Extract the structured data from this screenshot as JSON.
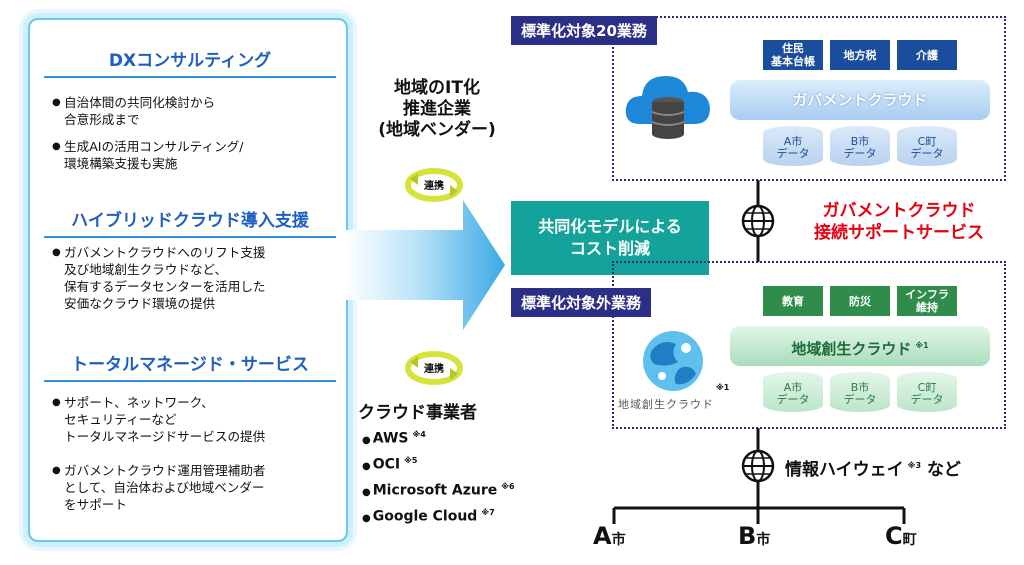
{
  "left": {
    "sections": [
      {
        "title": "DXコンサルティング",
        "bullets": [
          "自治体間の共同化検討から\n合意形成まで",
          "生成AIの活用コンサルティング/\n環境構築支援も実施"
        ]
      },
      {
        "title": "ハイブリッドクラウド導入支援",
        "bullets": [
          "ガバメントクラウドへのリフト支援\n及び地域創生クラウドなど、\n保有するデータセンターを活用した\n安価なクラウド環境の提供"
        ]
      },
      {
        "title": "トータルマネージド・サービス",
        "bullets": [
          "サポート、ネットワーク、\nセキュリティーなど\nトータルマネージドサービスの提供",
          "ガバメントクラウド運用管理補助者\nとして、自治体および地域ベンダー\nをサポート"
        ]
      }
    ]
  },
  "middle": {
    "vendor_title": "地域のIT化\n推進企業\n(地域ベンダー)",
    "renkei_label": "連携",
    "cloud_title": "クラウド事業者",
    "providers": [
      {
        "name": "AWS",
        "note": "※4"
      },
      {
        "name": "OCI",
        "note": "※5"
      },
      {
        "name": "Microsoft Azure",
        "note": "※6"
      },
      {
        "name": "Google Cloud",
        "note": "※7"
      }
    ]
  },
  "center": {
    "cost_model": "共同化モデルによる\nコスト削減"
  },
  "top_box": {
    "label": "標準化対象20業務",
    "services": [
      "住民\n基本台帳",
      "地方税",
      "介護"
    ],
    "platform": "ガバメントクラウド",
    "databases": [
      "A市\nデータ",
      "B市\nデータ",
      "C町\nデータ"
    ]
  },
  "support_service": "ガバメントクラウド\n接続サポートサービス",
  "bottom_box": {
    "label": "標準化対象外業務",
    "services": [
      "教育",
      "防災",
      "インフラ\n維持"
    ],
    "platform": "地域創生クラウド",
    "platform_note": "※1",
    "logo_text": "地域創生クラウド",
    "logo_note": "※1",
    "databases": [
      "A市\nデータ",
      "B市\nデータ",
      "C町\nデータ"
    ]
  },
  "highway": {
    "text": "情報ハイウェイ",
    "note": "※3",
    "suffix": "など"
  },
  "cities": [
    {
      "big": "A",
      "small": "市"
    },
    {
      "big": "B",
      "small": "市"
    },
    {
      "big": "C",
      "small": "町"
    }
  ],
  "colors": {
    "accent_blue": "#1f5fbf",
    "navy": "#2b2f86",
    "teal": "#14a39a",
    "red": "#e60012",
    "arrow": "#4fb6ec"
  }
}
